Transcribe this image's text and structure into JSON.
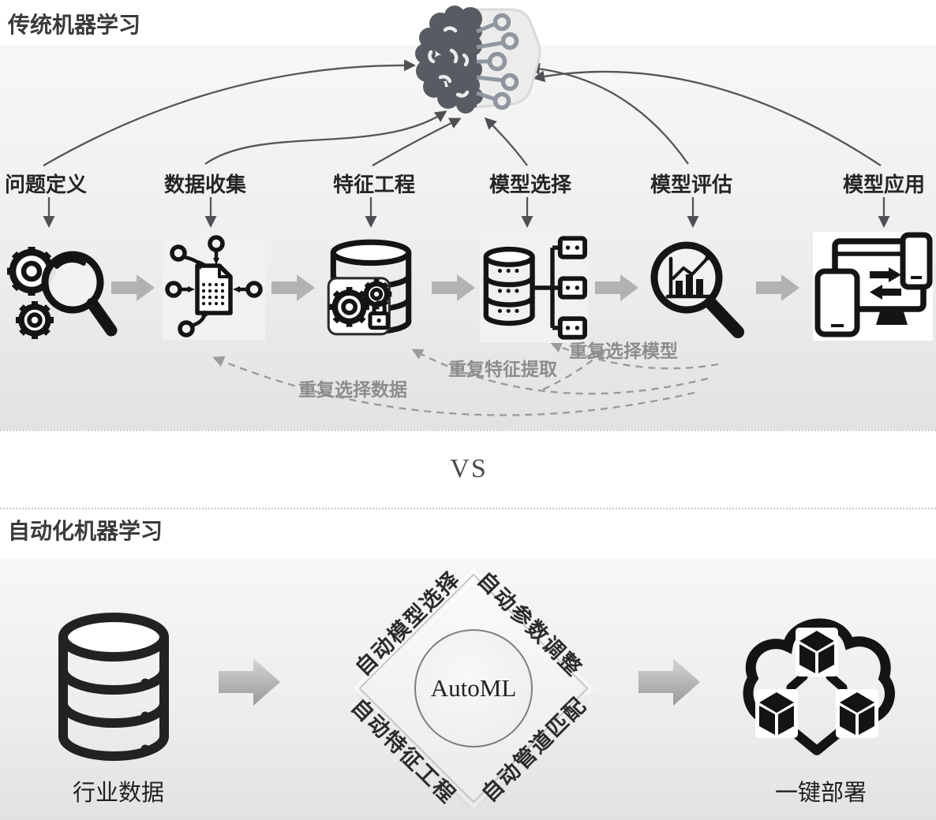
{
  "top_section": {
    "title": "传统机器学习",
    "center_icon": "brain-circuit-icon",
    "stages": [
      {
        "label": "问题定义",
        "icon": "gears-magnifier-icon"
      },
      {
        "label": "数据收集",
        "icon": "document-network-icon"
      },
      {
        "label": "特征工程",
        "icon": "database-gears-icon"
      },
      {
        "label": "模型选择",
        "icon": "database-branch-icon"
      },
      {
        "label": "模型评估",
        "icon": "magnifier-chart-icon"
      },
      {
        "label": "模型应用",
        "icon": "devices-sync-icon"
      }
    ],
    "feedback_loops": [
      {
        "label": "重复选择模型"
      },
      {
        "label": "重复特征提取"
      },
      {
        "label": "重复选择数据"
      }
    ]
  },
  "divider": {
    "vs_label": "VS"
  },
  "bottom_section": {
    "title": "自动化机器学习",
    "input": {
      "label": "行业数据",
      "icon": "database-icon"
    },
    "automl": {
      "center_label": "AutoML",
      "edge_labels": [
        "自动模型选择",
        "自动参数调整",
        "自动特征工程",
        "自动管道匹配"
      ]
    },
    "output": {
      "label": "一键部署",
      "icon": "cloud-cubes-icon"
    }
  },
  "colors": {
    "icon_ink": "#141414",
    "panel_light": "#f7f7f7",
    "panel_dark": "#e2e2e2",
    "arrow_gray": "#b2b2b2",
    "dashed_gray": "#9b9b9b",
    "brain_dark": "#575c63",
    "brain_light": "#ececec",
    "text_gray": "#8c8c8c"
  }
}
